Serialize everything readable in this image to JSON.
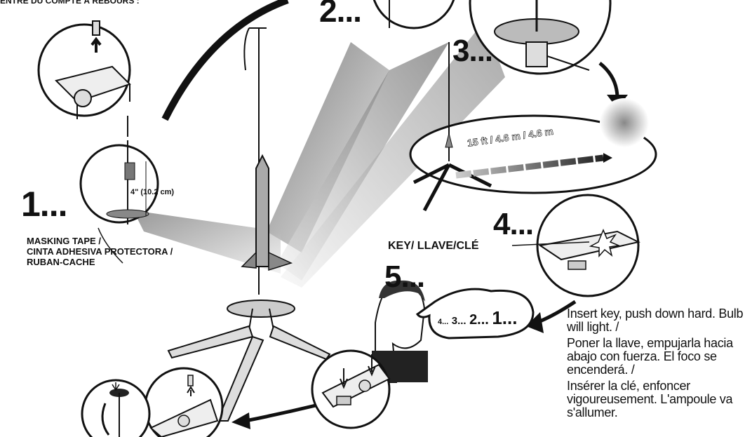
{
  "header_text": "ENTRE DU COMPTE À REBOURS :",
  "steps": {
    "one": "1...",
    "two": "2...",
    "three": "3...",
    "four": "4...",
    "five": "5..."
  },
  "measurement": "4\" (10.2 cm)",
  "distance": "15 ft / 4.6 m / 4.6 m",
  "masking_tape": [
    "MASKING TAPE /",
    "CINTA ADHESIVA PROTECTORA /",
    "RUBAN-CACHE"
  ],
  "key_label": "KEY/ LLAVE/CLÉ",
  "countdown": {
    "four": "4...",
    "three": "3...",
    "two": "2...",
    "one": "1..."
  },
  "instructions": {
    "english": "Insert key, push down hard. Bulb will light. /",
    "spanish": "Poner la llave, empujarla hacia abajo con fuerza. El foco se encenderá. /",
    "french": "Insérer la clé, enfoncer vigoureusement. L'ampoule va s'allumer."
  },
  "colors": {
    "ink": "#111111",
    "beam": "#8a8a8a",
    "dish": "#bfbfbf"
  }
}
